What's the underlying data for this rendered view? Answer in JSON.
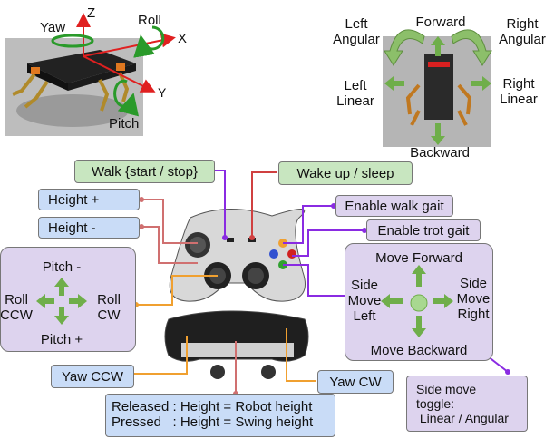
{
  "robot_axes": {
    "yaw": "Yaw",
    "roll": "Roll",
    "pitch": "Pitch",
    "x": "X",
    "y": "Y",
    "z": "Z"
  },
  "motion_panel": {
    "forward": "Forward",
    "backward": "Backward",
    "left_angular": "Left\nAngular",
    "right_angular": "Right\nAngular",
    "left_linear": "Left\nLinear",
    "right_linear": "Right\nLinear"
  },
  "labels": {
    "walk": "Walk {start / stop}",
    "wake": "Wake up / sleep",
    "height_plus": "Height +",
    "height_minus": "Height -",
    "enable_walk": "Enable walk gait",
    "enable_trot": "Enable trot gait",
    "yaw_ccw": "Yaw CCW",
    "yaw_cw": "Yaw CW",
    "height_note_1": "Released : Height = Robot height",
    "height_note_2": "Pressed   : Height = Swing height",
    "toggle_note": "Side move\ntoggle:\n Linear / Angular"
  },
  "left_stick_panel": {
    "pitch_minus": "Pitch -",
    "pitch_plus": "Pitch +",
    "roll_ccw": "Roll\nCCW",
    "roll_cw": "Roll\nCW"
  },
  "right_stick_panel": {
    "move_forward": "Move Forward",
    "move_backward": "Move Backward",
    "side_move_left": "Side\nMove\nLeft",
    "side_move_right": "Side\nMove\nRight"
  },
  "colors": {
    "arrow_green": "#6fae4a",
    "axis_red": "#e02020",
    "leader_red": "#d04040",
    "leader_purple": "#8a2be2",
    "leader_orange": "#f0a030",
    "leader_pink": "#d07070"
  }
}
